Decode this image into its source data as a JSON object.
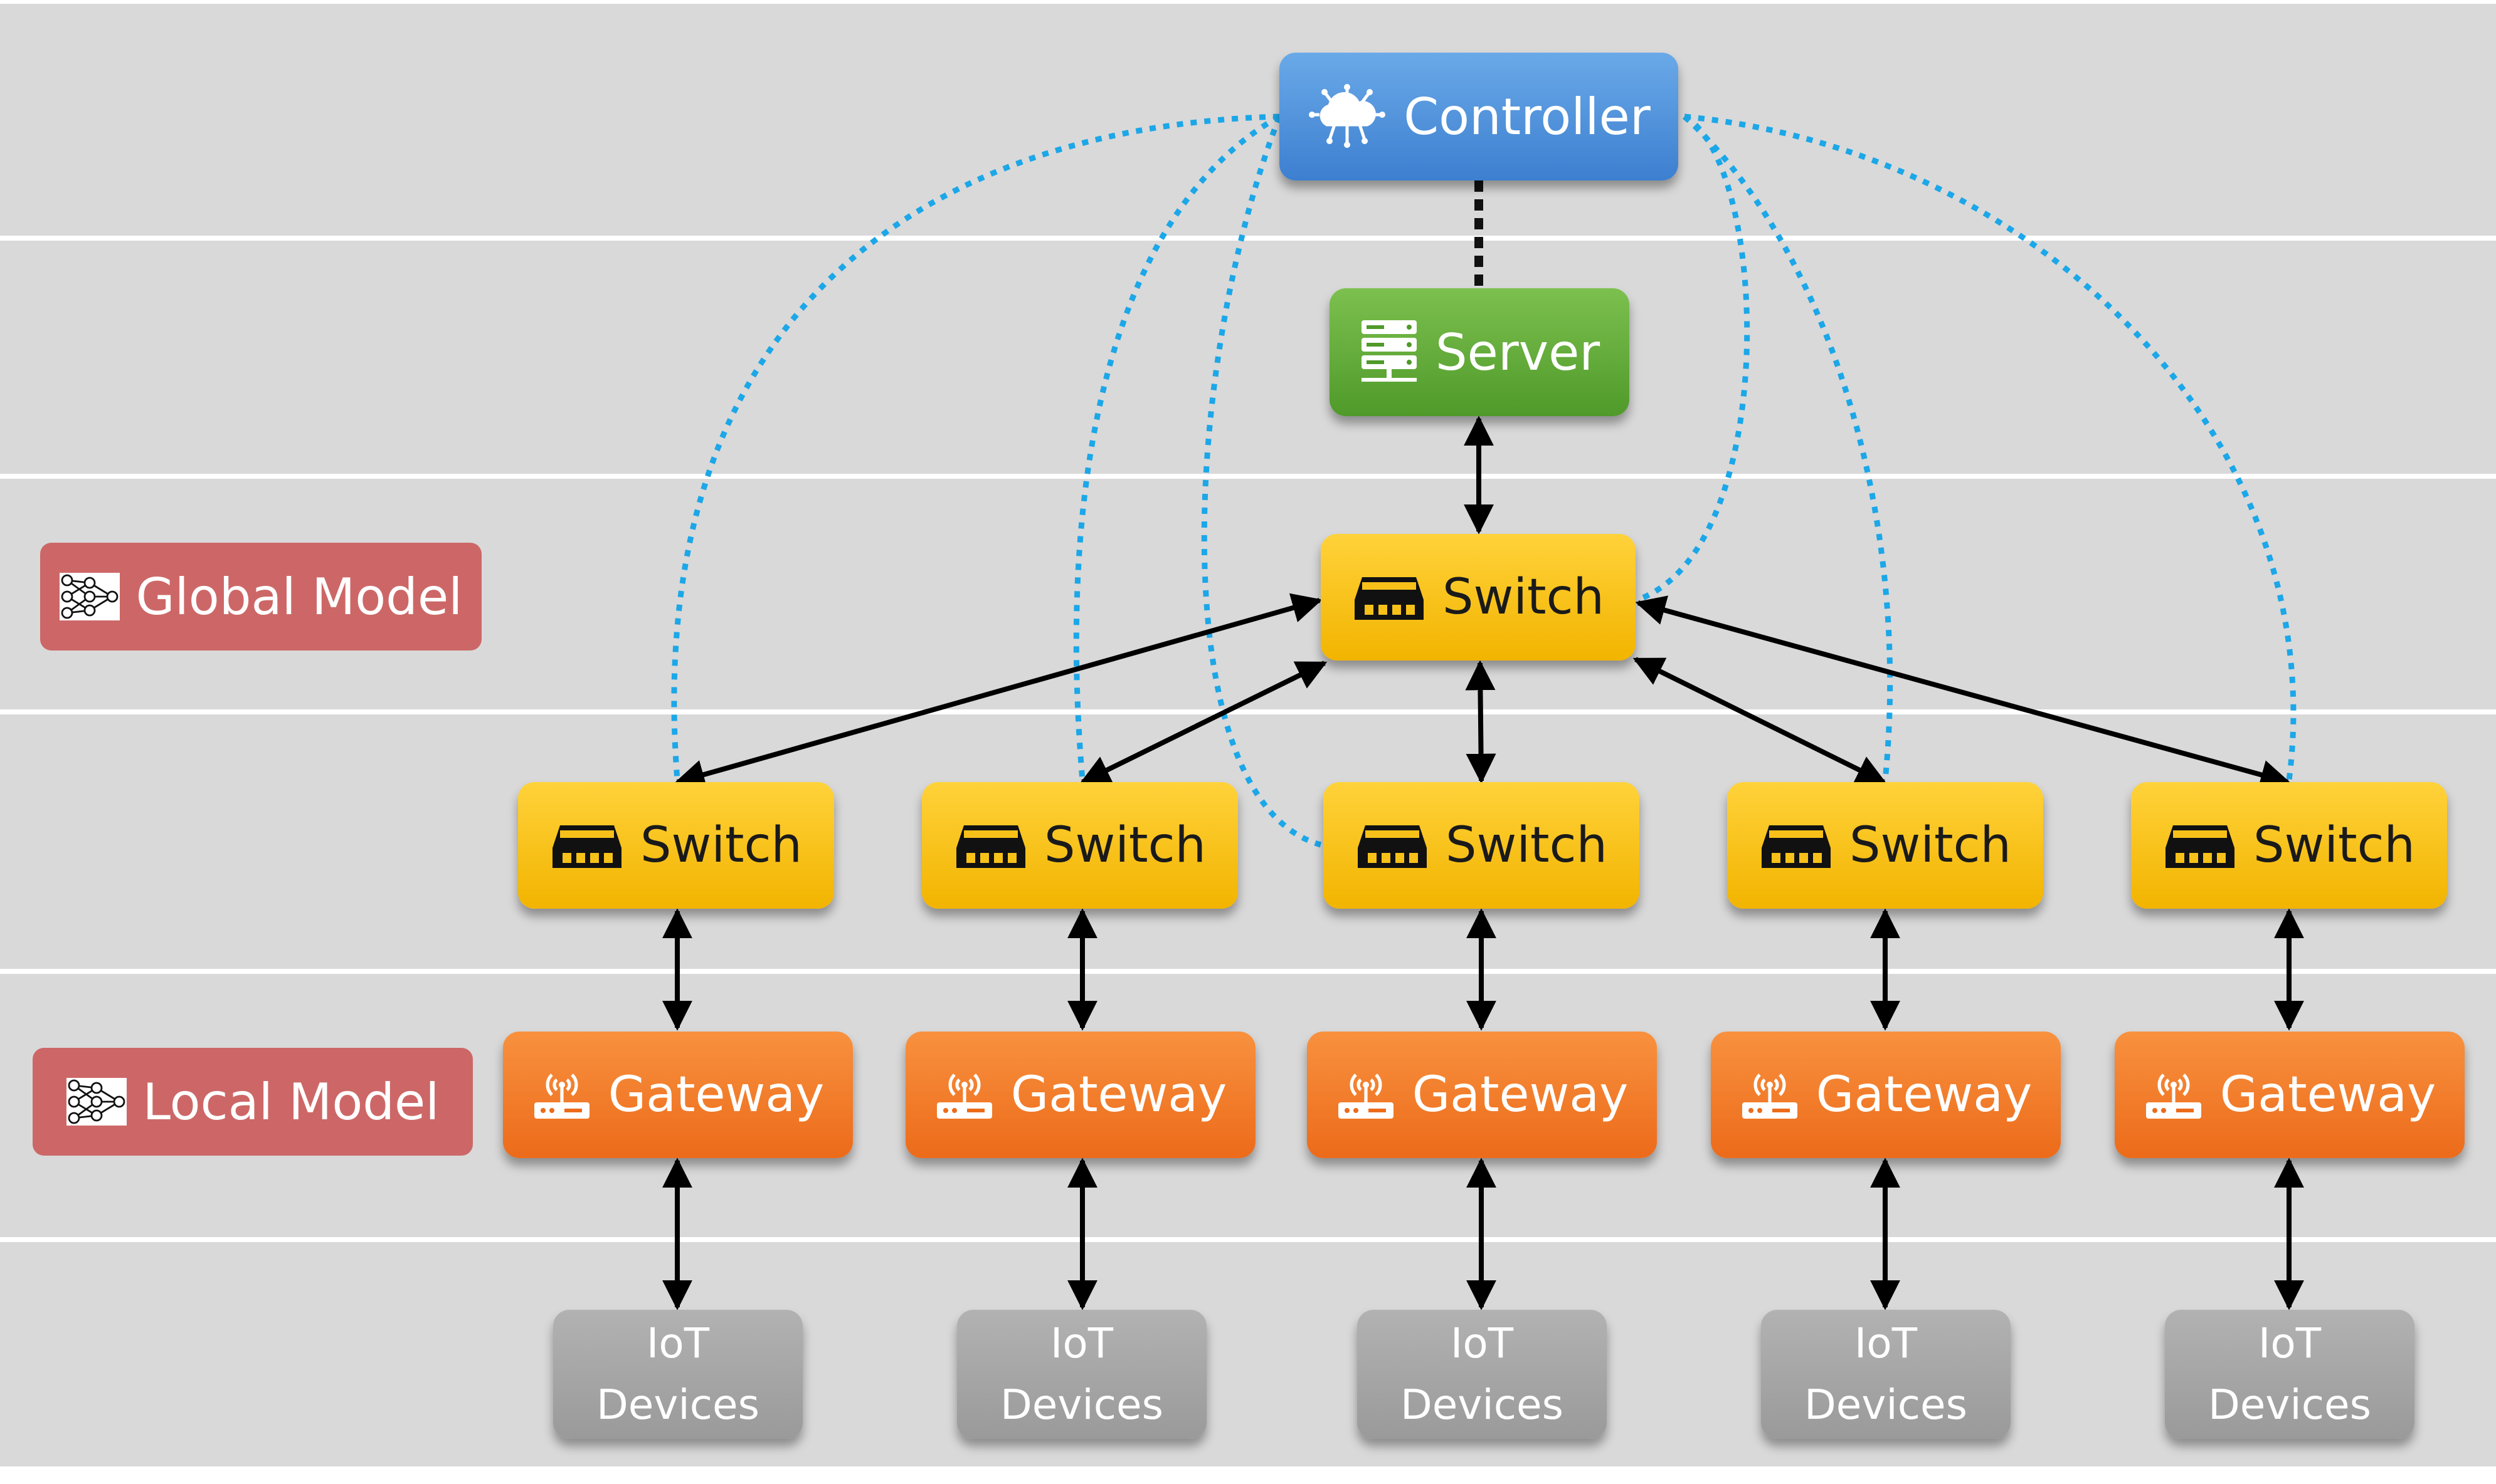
{
  "labels": {
    "global_model": "Global Model",
    "local_model": "Local Model"
  },
  "controller": {
    "label": "Controller",
    "icon": "cloud-network-icon"
  },
  "server": {
    "label": "Server",
    "icon": "server-rack-icon"
  },
  "core_switch": {
    "label": "Switch",
    "icon": "switch-icon"
  },
  "edge_switches": [
    {
      "label": "Switch"
    },
    {
      "label": "Switch"
    },
    {
      "label": "Switch"
    },
    {
      "label": "Switch"
    },
    {
      "label": "Switch"
    }
  ],
  "gateways": [
    {
      "label": "Gateway"
    },
    {
      "label": "Gateway"
    },
    {
      "label": "Gateway"
    },
    {
      "label": "Gateway"
    },
    {
      "label": "Gateway"
    }
  ],
  "iot_devices": [
    {
      "line1": "IoT",
      "line2": "Devices"
    },
    {
      "line1": "IoT",
      "line2": "Devices"
    },
    {
      "line1": "IoT",
      "line2": "Devices"
    },
    {
      "line1": "IoT",
      "line2": "Devices"
    },
    {
      "line1": "IoT",
      "line2": "Devices"
    }
  ],
  "colors": {
    "controller": "#4a8ad8",
    "server": "#62a83a",
    "switch": "#f7c11a",
    "gateway": "#f07a2a",
    "iot": "#a6a6a6",
    "model_label": "#cd6767",
    "dotted_link": "#1ba7e8",
    "solid_link": "#000000"
  }
}
